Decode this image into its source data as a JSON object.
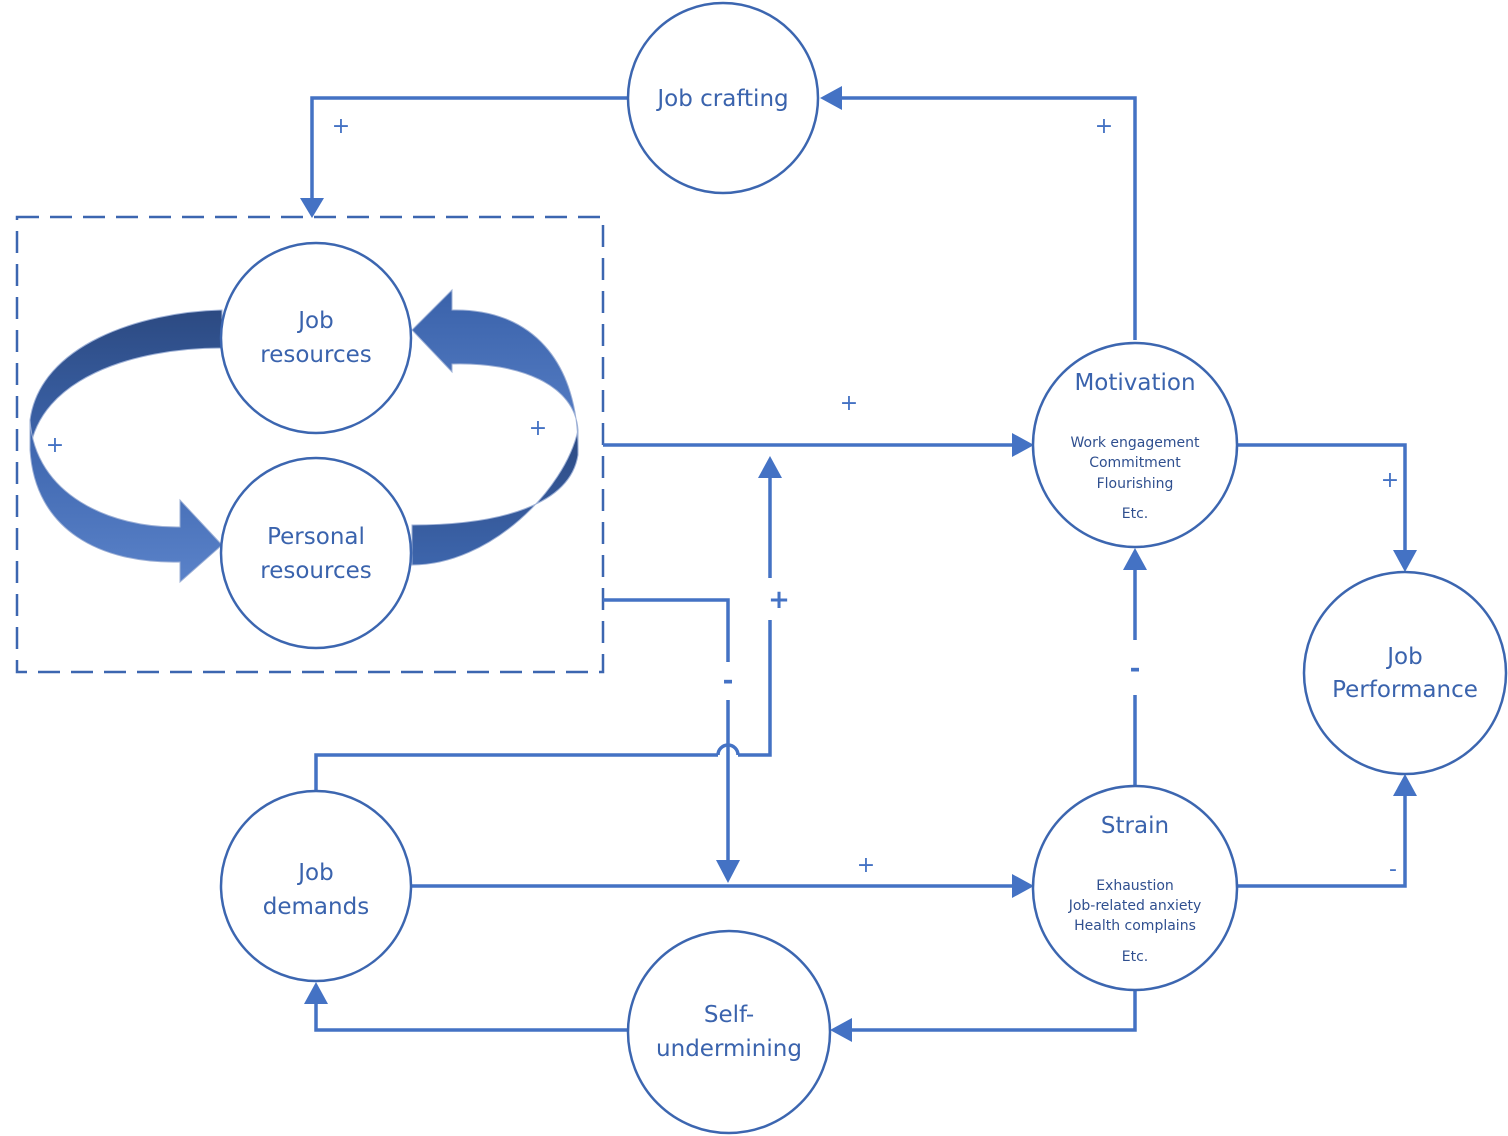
{
  "nodes": {
    "job_crafting": {
      "label": "Job crafting"
    },
    "job_resources": {
      "line1": "Job",
      "line2": "resources"
    },
    "personal_resources": {
      "line1": "Personal",
      "line2": "resources"
    },
    "motivation": {
      "title": "Motivation",
      "items": [
        "Work engagement",
        "Commitment",
        "Flourishing"
      ],
      "etc": "Etc."
    },
    "job_performance": {
      "line1": "Job",
      "line2": "Performance"
    },
    "strain": {
      "title": "Strain",
      "items": [
        "Exhaustion",
        "Job-related anxiety",
        "Health complains"
      ],
      "etc": "Etc."
    },
    "job_demands": {
      "line1": "Job",
      "line2": "demands"
    },
    "self_undermining": {
      "line1": "Self-",
      "line2": "undermining"
    }
  },
  "signs": {
    "crafting_to_resources": "+",
    "motivation_to_crafting": "+",
    "cycle_left": "+",
    "cycle_right": "+",
    "resources_to_motivation": "+",
    "demands_moderation": "+",
    "resources_moderation": "-",
    "motivation_to_performance": "+",
    "strain_to_motivation": "-",
    "demands_to_strain": "+",
    "strain_to_performance": "-"
  },
  "colors": {
    "line": "#4472c4",
    "node_stroke": "#3c66b0",
    "cycle_arrow_dark": "#2f4d85",
    "cycle_arrow_light": "#5a82c9",
    "text": "#3a63ad"
  }
}
